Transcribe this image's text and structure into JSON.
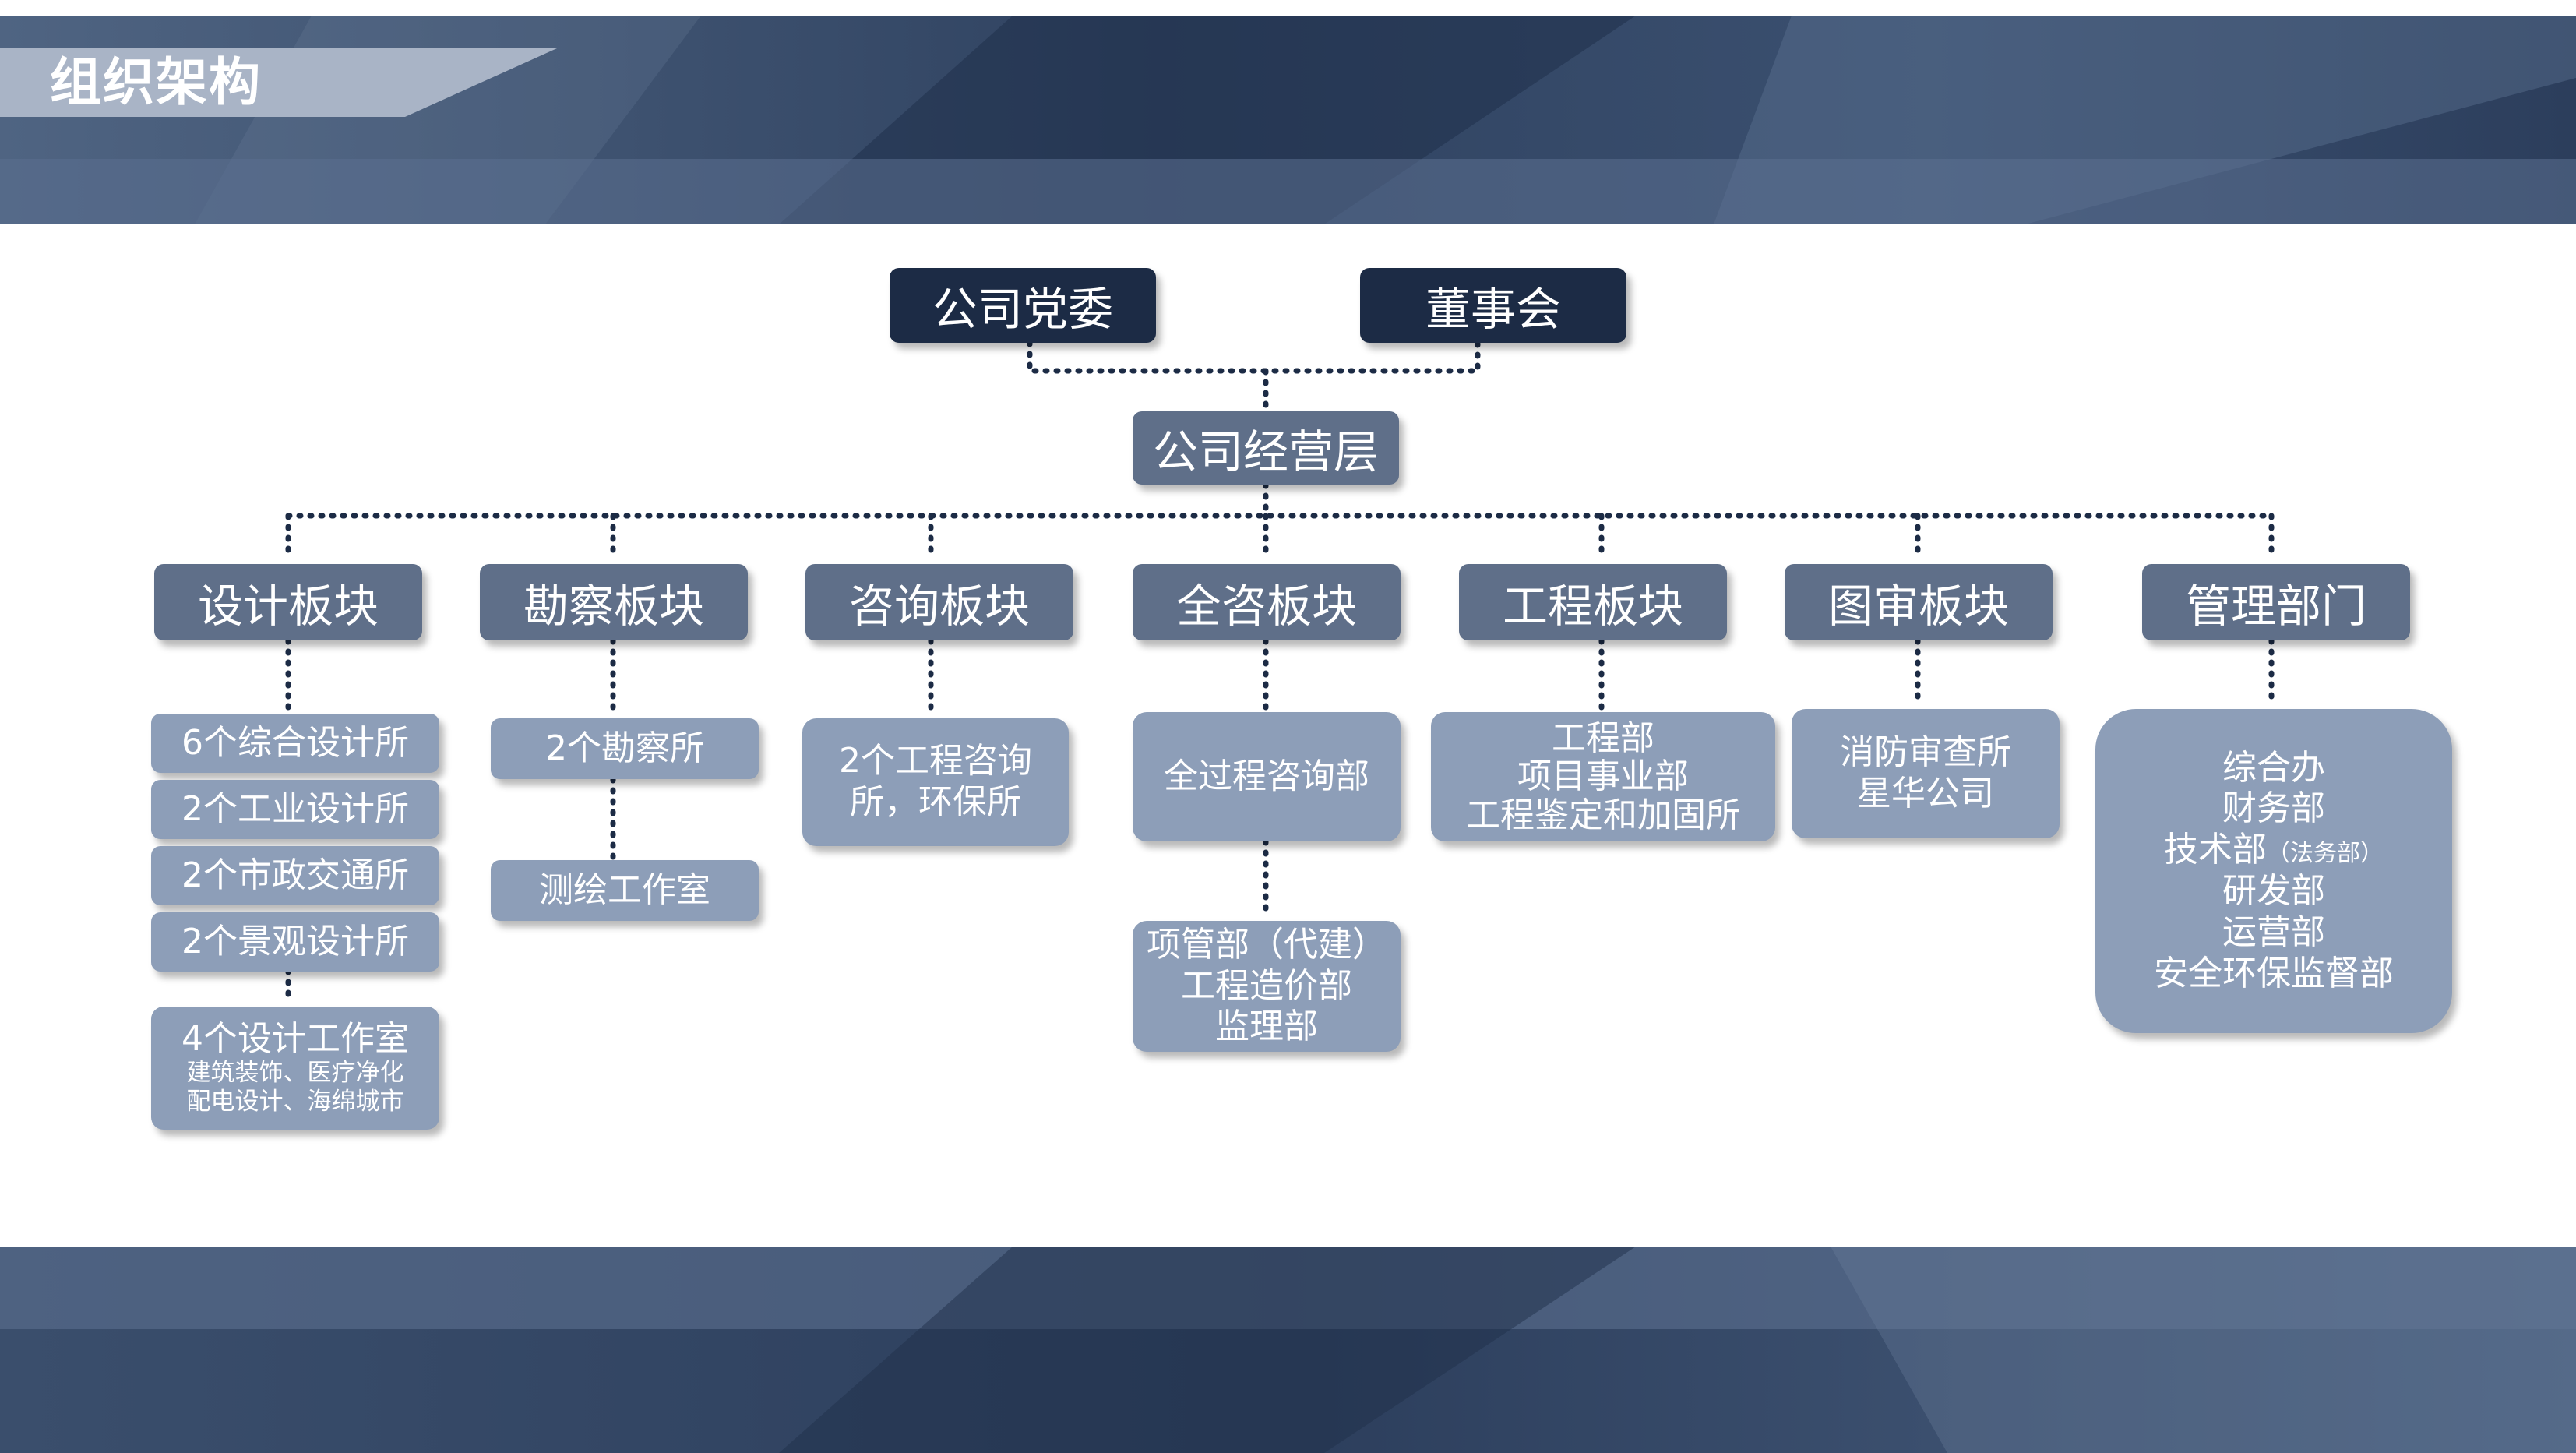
{
  "header": {
    "title": "组织架构"
  },
  "top": {
    "party_committee": "公司党委",
    "board": "董事会",
    "management": "公司经营层"
  },
  "segments": [
    {
      "label": "设计板块",
      "units": [
        "6个综合设计所",
        "2个工业设计所",
        "2个市政交通所",
        "2个景观设计所"
      ],
      "studio": {
        "title": "4个设计工作室",
        "lines": [
          "建筑装饰、医疗净化",
          "配电设计、海绵城市"
        ]
      }
    },
    {
      "label": "勘察板块",
      "units": [
        "2个勘察所",
        "测绘工作室"
      ]
    },
    {
      "label": "咨询板块",
      "units": [
        "2个工程咨询",
        "所，环保所"
      ]
    },
    {
      "label": "全咨板块",
      "units": [
        "全过程咨询部"
      ],
      "sub_units": [
        "项管部（代建）",
        "工程造价部",
        "监理部"
      ]
    },
    {
      "label": "工程板块",
      "units": [
        "工程部",
        "项目事业部",
        "工程鉴定和加固所"
      ]
    },
    {
      "label": "图审板块",
      "units": [
        "消防审查所",
        "星华公司"
      ]
    },
    {
      "label": "管理部门",
      "units": [
        "综合办",
        "财务部",
        "技术部",
        "研发部",
        "运营部",
        "安全环保监督部"
      ],
      "note": "（法务部）"
    }
  ],
  "colors": {
    "dark_box": "#1c2b45",
    "segment_box": "#5f6f89",
    "unit_box": "#8d9eb8",
    "connector": "#1c2b45",
    "band": "#3f5472"
  }
}
